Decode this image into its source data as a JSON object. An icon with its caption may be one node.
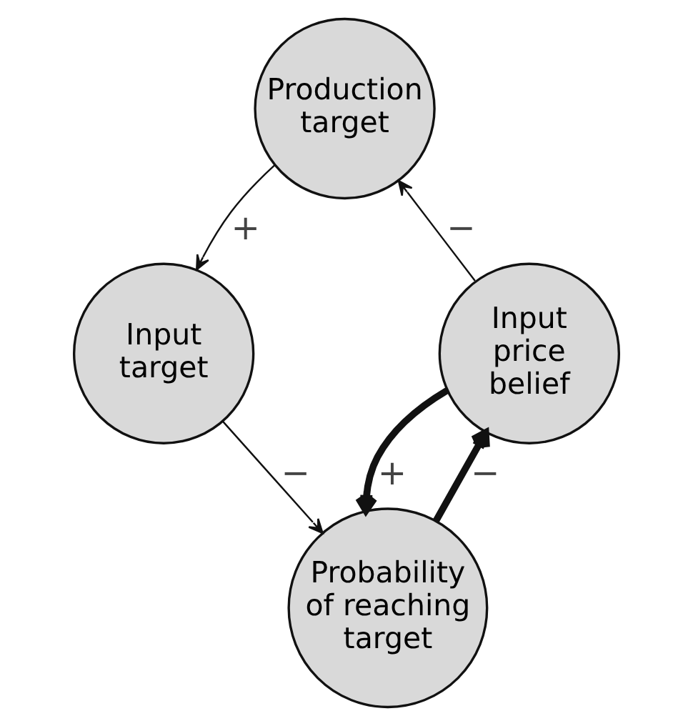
{
  "diagram": {
    "nodes": [
      {
        "text": [
          "Production target"
        ]
      },
      {
        "text": [
          "Input target"
        ]
      },
      {
        "text": [
          "Probability of reaching target"
        ]
      },
      {
        "text": [
          "Input price belief"
        ]
      }
    ],
    "edges": [
      {
        "from": 0,
        "to": 1,
        "arrow": "to",
        "label": "+"
      },
      {
        "from": 1,
        "to": 2,
        "arrow": "to",
        "label": "−"
      },
      {
        "from": 2,
        "to": 3,
        "arrow": "to",
        "label": "−",
        "style": "thick"
      },
      {
        "from": 3,
        "to": 2,
        "arrow": "to",
        "label": "+",
        "style": "thick"
      },
      {
        "from": 3,
        "to": 0,
        "arrow": "to",
        "label": "−"
      }
    ]
  }
}
